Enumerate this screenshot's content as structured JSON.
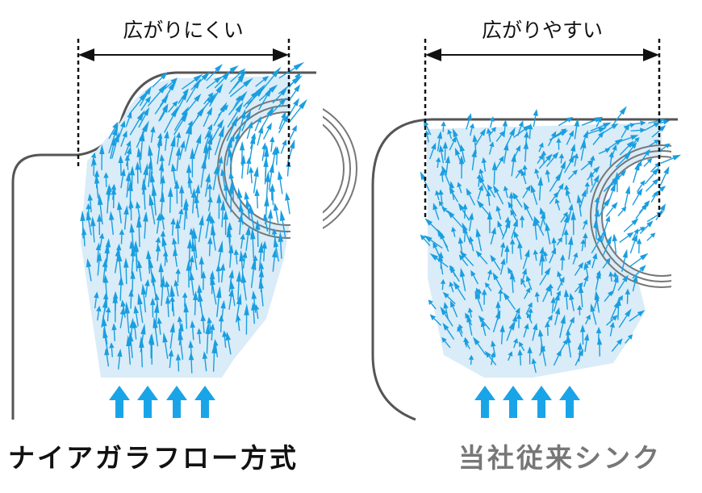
{
  "left_panel": {
    "dimension_label": "広がりにくい",
    "caption": "ナイアガラフロー方式"
  },
  "right_panel": {
    "dimension_label": "広がりやすい",
    "caption": "当社従来シンク"
  },
  "colors": {
    "flow_fill": "#d9ecf8",
    "arrow": "#1a9ee0",
    "outline": "#555555",
    "caption_left": "#111111",
    "caption_right": "#777777"
  }
}
